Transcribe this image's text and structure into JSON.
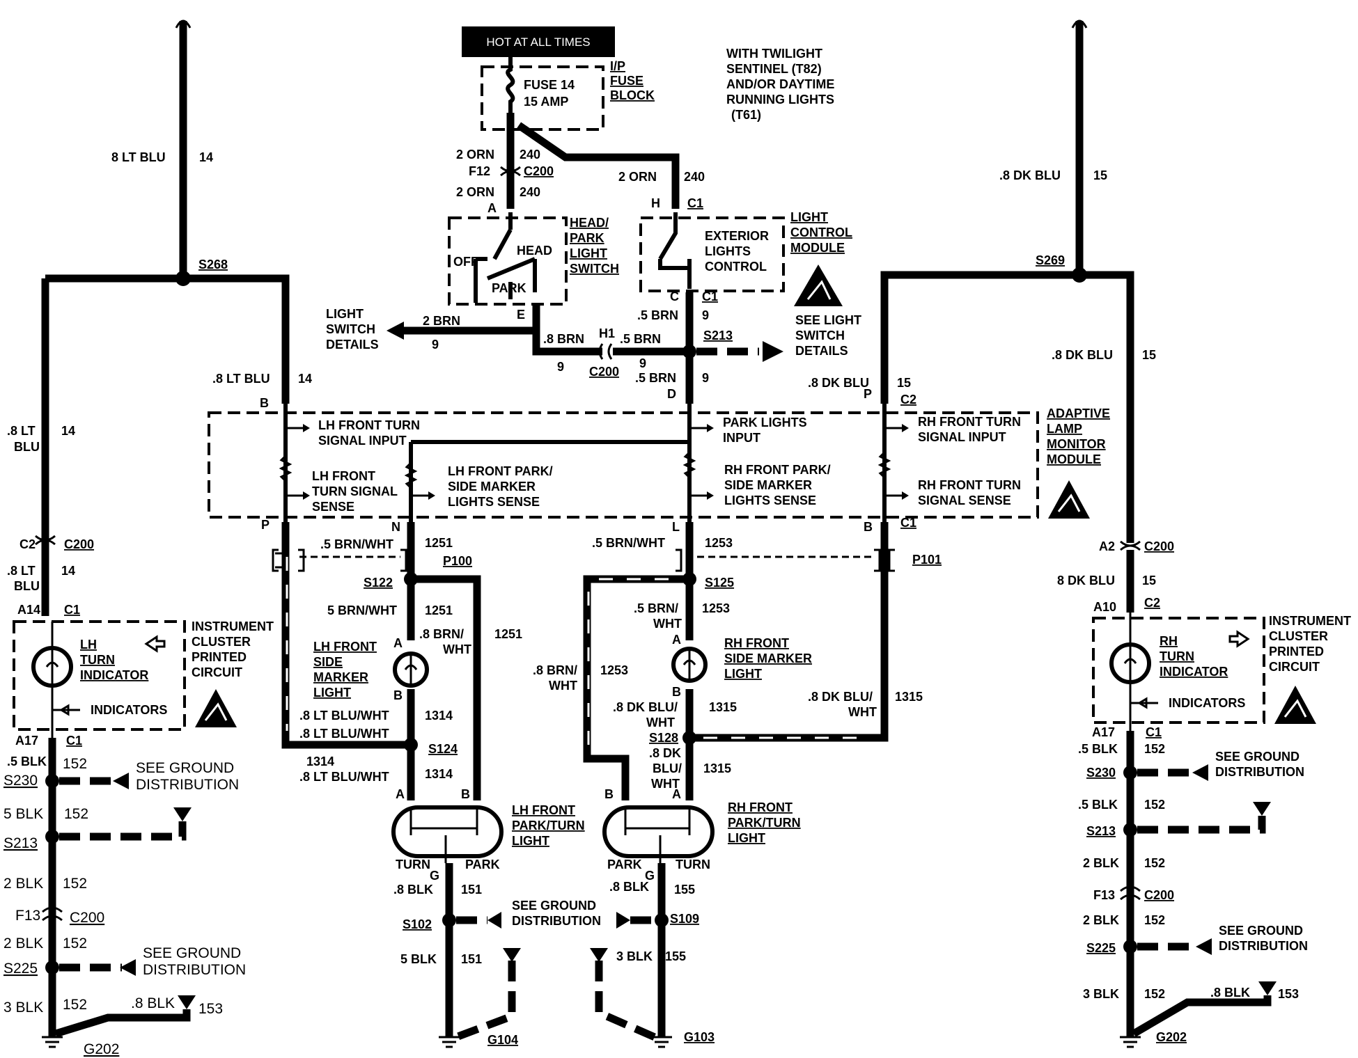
{
  "header": {
    "power": "HOT AT ALL TIMES"
  },
  "fuse": {
    "name": "FUSE 14",
    "rating": "15 AMP",
    "block": [
      "I/P",
      "FUSE",
      "BLOCK"
    ]
  },
  "note": [
    "WITH TWILIGHT",
    "SENTINEL (T82)",
    "AND/OR DAYTIME",
    "RUNNING LIGHTS",
    "(T61)"
  ],
  "wires": {
    "lt_blu_top": [
      "8 LT BLU",
      "14"
    ],
    "dk_blu_top": [
      ".8 DK BLU",
      "15"
    ],
    "orn1": [
      "2 ORN",
      "240"
    ],
    "f12": [
      "F12",
      "C200"
    ],
    "orn2": [
      "2 ORN",
      "240"
    ],
    "orn3": [
      "2 ORN",
      "240"
    ],
    "conn_a": "A",
    "conn_h": "H",
    "conn_c1_top": "C1",
    "conn_c": "C",
    "conn_c1_b": "C1",
    "brn9": [
      ".5 BRN",
      "9"
    ],
    "conn_e": "E",
    "brn2": [
      "2 BRN",
      "9"
    ],
    "brn_8": [
      ".8 BRN",
      "9"
    ],
    "h1": [
      "H1",
      ".5 BRN",
      "9"
    ],
    "c200_mid": "C200",
    "s213_top": "S213",
    "brn_d": [
      ".5 BRN",
      "9"
    ],
    "conn_d": "D",
    "s268": "S268",
    "s269": "S269",
    "lt_blu_b": [
      ".8 LT BLU",
      "14"
    ],
    "conn_b": "B",
    "dk_blu_p": [
      ".8 DK BLU",
      "15"
    ],
    "conn_p": "P",
    "c2_top": "C2",
    "lt_blu_left": [
      ".8 LT",
      "BLU",
      "14"
    ],
    "dk_blu_right": [
      ".8 DK BLU",
      "15"
    ]
  },
  "modules": {
    "switch": [
      "HEAD/",
      "PARK",
      "LIGHT",
      "SWITCH"
    ],
    "switch_parts": {
      "off": "OFF",
      "head": "HEAD",
      "park": "PARK"
    },
    "lcm": [
      "LIGHT",
      "CONTROL",
      "MODULE"
    ],
    "lcm_inner": [
      "EXTERIOR",
      "LIGHTS",
      "CONTROL"
    ],
    "light_details_left": [
      "LIGHT",
      "SWITCH",
      "DETAILS"
    ],
    "light_details_right": [
      "SEE LIGHT",
      "SWITCH",
      "DETAILS"
    ],
    "almm": [
      "ADAPTIVE",
      "LAMP",
      "MONITOR",
      "MODULE"
    ],
    "almm_lines": {
      "lh_turn_in": [
        "LH FRONT TURN",
        "SIGNAL INPUT"
      ],
      "lh_turn_sense": [
        "LH FRONT",
        "TURN SIGNAL",
        "SENSE"
      ],
      "lh_park_sense": [
        "LH FRONT PARK/",
        "SIDE MARKER",
        "LIGHTS SENSE"
      ],
      "park_in": [
        "PARK LIGHTS",
        "INPUT"
      ],
      "rh_park_sense": [
        "RH FRONT PARK/",
        "SIDE MARKER",
        "LIGHTS SENSE"
      ],
      "rh_turn_in": [
        "RH FRONT TURN",
        "SIGNAL INPUT"
      ],
      "rh_turn_sense": [
        "RH FRONT TURN",
        "SIGNAL SENSE"
      ]
    }
  },
  "lower_left": {
    "conn_p": "P",
    "conn_n": "N",
    "brn_wht": [
      ".5 BRN/WHT",
      "1251"
    ],
    "p100": "P100",
    "s122": "S122",
    "brn_wht2": [
      "5 BRN/WHT",
      "1251"
    ],
    "brn_wht3": [
      ".8 BRN/",
      "WHT",
      "1251"
    ],
    "marker": [
      "LH FRONT",
      "SIDE",
      "MARKER",
      "LIGHT"
    ],
    "conn_a": "A",
    "conn_b": "B",
    "lt_blu_wht1": [
      ".8 LT BLU/WHT",
      "1314"
    ],
    "lt_blu_wht2": [
      ".8 LT BLU/WHT"
    ],
    "s124": "S124",
    "n1314": "1314",
    "lt_blu_wht3": [
      ".8 LT BLU/WHT",
      "1314"
    ],
    "park_turn": [
      "LH FRONT",
      "PARK/TURN",
      "LIGHT"
    ],
    "turn": "TURN",
    "park": "PARK",
    "g": "G",
    "blk151": [
      ".8 BLK",
      "151"
    ],
    "s102": "S102",
    "ground": [
      "SEE GROUND",
      "DISTRIBUTION"
    ],
    "blk5": [
      "5 BLK",
      "151"
    ],
    "g104": "G104",
    "lamp_a": "A",
    "lamp_b": "B"
  },
  "lower_mid": {
    "conn_l": "L",
    "conn_b": "B",
    "c1": "C1",
    "brn_wht": [
      ".5 BRN/WHT",
      "1253"
    ],
    "p101": "P101",
    "s125": "S125",
    "brn_wht2": [
      ".5 BRN/",
      "WHT",
      "1253"
    ],
    "brn_wht3": [
      ".8 BRN/",
      "WHT",
      "1253"
    ],
    "marker": [
      "RH FRONT",
      "SIDE MARKER",
      "LIGHT"
    ],
    "conn_a": "A",
    "conn_b2": "B",
    "dk_blu_wht": [
      ".8 DK BLU/",
      "WHT",
      "1315"
    ],
    "dk_blu_wht_r": [
      ".8 DK BLU/",
      "WHT",
      "1315"
    ],
    "s128": "S128",
    "dk_blu3": [
      ".8 DK",
      "BLU/",
      "WHT",
      "1315"
    ],
    "park_turn": [
      "RH FRONT",
      "PARK/TURN",
      "LIGHT"
    ],
    "park": "PARK",
    "turn": "TURN",
    "g": "G",
    "blk155": [
      ".8 BLK",
      "155"
    ],
    "s109": "S109",
    "blk3": [
      "3 BLK",
      "155"
    ],
    "g103": "G103",
    "lamp_b": "B",
    "lamp_a": "A"
  },
  "left_col": {
    "c2": "C2",
    "c200": "C200",
    "lt_blu": [
      ".8 LT",
      "BLU",
      "14"
    ],
    "a14": "A14",
    "c1": "C1",
    "cluster": [
      "INSTRUMENT",
      "CLUSTER",
      "PRINTED",
      "CIRCUIT"
    ],
    "indicator": [
      "LH",
      "TURN",
      "INDICATOR"
    ],
    "indicators": "INDICATORS",
    "a17": "A17",
    "c1b": "C1",
    "blk_152": [
      ".5 BLK",
      "152"
    ],
    "s230": "S230",
    "ground1": [
      "SEE GROUND",
      "DISTRIBUTION"
    ],
    "blk5": [
      "5 BLK",
      "152"
    ],
    "s213": "S213",
    "blk2": [
      "2 BLK",
      "152"
    ],
    "f13": "F13",
    "c200b": "C200",
    "blk2b": [
      "2 BLK",
      "152"
    ],
    "s225": "S225",
    "ground2": [
      "SEE GROUND",
      "DISTRIBUTION"
    ],
    "blk3": [
      "3 BLK",
      "152"
    ],
    "blk8": [
      ".8 BLK",
      "153"
    ],
    "g202": "G202"
  },
  "right_col": {
    "a2": "A2",
    "c200": "C200",
    "dk_blu": [
      "8 DK BLU",
      "15"
    ],
    "a10": "A10",
    "c2": "C2",
    "cluster": [
      "INSTRUMENT",
      "CLUSTER",
      "PRINTED",
      "CIRCUIT"
    ],
    "indicator": [
      "RH",
      "TURN",
      "INDICATOR"
    ],
    "indicators": "INDICATORS",
    "a17": "A17",
    "c1": "C1",
    "blk_152": [
      ".5 BLK",
      "152"
    ],
    "s230": "S230",
    "ground1": [
      "SEE GROUND",
      "DISTRIBUTION"
    ],
    "blk5": [
      ".5 BLK",
      "152"
    ],
    "s213": "S213",
    "blk2": [
      "2 BLK",
      "152"
    ],
    "f13": "F13",
    "c200b": "C200",
    "blk2b": [
      "2 BLK",
      "152"
    ],
    "s225": "S225",
    "ground2": [
      "SEE GROUND",
      "DISTRIBUTION"
    ],
    "blk3": [
      "3 BLK",
      "152"
    ],
    "blk8": [
      ".8 BLK",
      "153"
    ],
    "g202": "G202"
  }
}
